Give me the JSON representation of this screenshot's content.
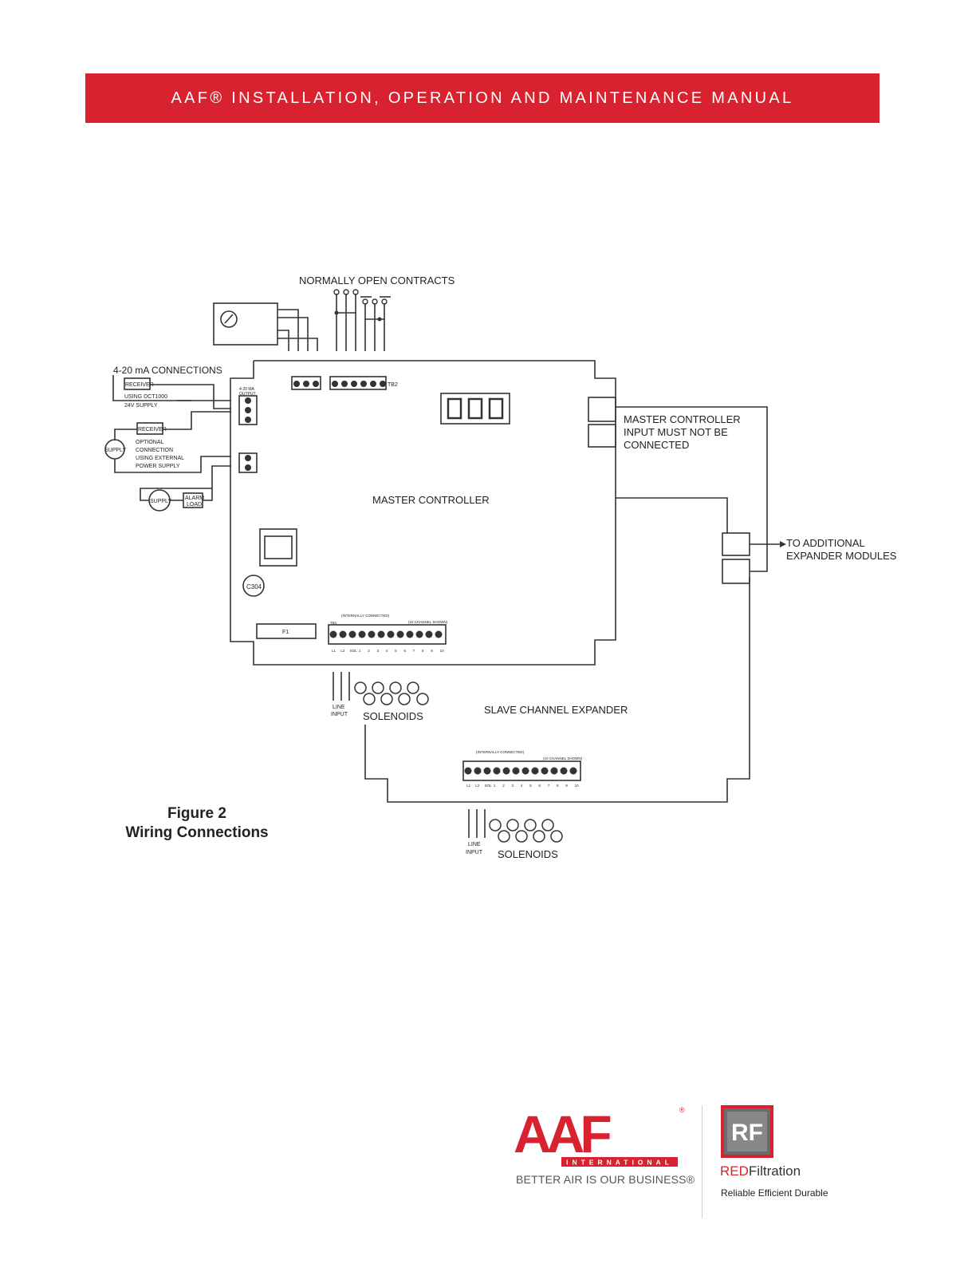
{
  "header": {
    "title": "AAF® INSTALLATION, OPERATION AND MAINTENANCE MANUAL"
  },
  "diagram": {
    "normally_open": "NORMALLY OPEN CONTRACTS",
    "connections_4_20": "4-20 mA CONNECTIONS",
    "receiver_1": "RECEIVER",
    "using_dct1000": "USING DCT1000",
    "supply_24v": "24V SUPPLY",
    "receiver_2": "RECEIVER",
    "supply_circle": "SUPPLY",
    "optional_1": "OPTIONAL",
    "optional_2": "CONNECTION",
    "optional_3": "USING EXTERNAL",
    "optional_4": "POWER SUPPLY",
    "supply_circle_2": "SUPPLY",
    "alarm_1": "ALARM",
    "alarm_2": "LOAD",
    "output_1": "4-20 MA",
    "output_2": "OUTPUT",
    "tb2": "TB2",
    "master_note_1": "MASTER CONTROLLER",
    "master_note_2": "INPUT MUST NOT BE",
    "master_note_3": "CONNECTED",
    "master_controller": "MASTER CONTROLLER",
    "c304": "C304",
    "f1": "F1",
    "to_additional_1": "TO ADDITIONAL",
    "to_additional_2": "EXPANDER MODULES",
    "line_1": "LINE",
    "line_2": "INPUT",
    "solenoids_1": "SOLENOIDS",
    "slave_expander": "SLAVE CHANNEL EXPANDER",
    "line_3": "LINE",
    "line_4": "INPUT",
    "solenoids_2": "SOLENOIDS",
    "internally_connected_1": "(INTERNALLY CONNECTED)",
    "ten_channel_1": "(10 CHANNEL SHOWN)",
    "internally_connected_2": "(INTERNALLY CONNECTED)",
    "ten_channel_2": "(10 CHANNEL SHOWN)",
    "terminal_labels": [
      "L1",
      "L2",
      "SOL",
      "1",
      "2",
      "3",
      "4",
      "5",
      "6",
      "7",
      "8",
      "9",
      "10"
    ],
    "tb1": "TB1"
  },
  "caption": {
    "line1": "Figure 2",
    "line2": "Wiring Connections"
  },
  "footer": {
    "aaf_logo_text": "AAF",
    "aaf_international": "INTERNATIONAL",
    "tagline": "BETTER AIR IS OUR BUSINESS®",
    "rf_logo_text": "RF",
    "rf_brand_red": "RED",
    "rf_brand_dark": "Filtration",
    "rf_tagline": "Reliable Efficient Durable"
  }
}
